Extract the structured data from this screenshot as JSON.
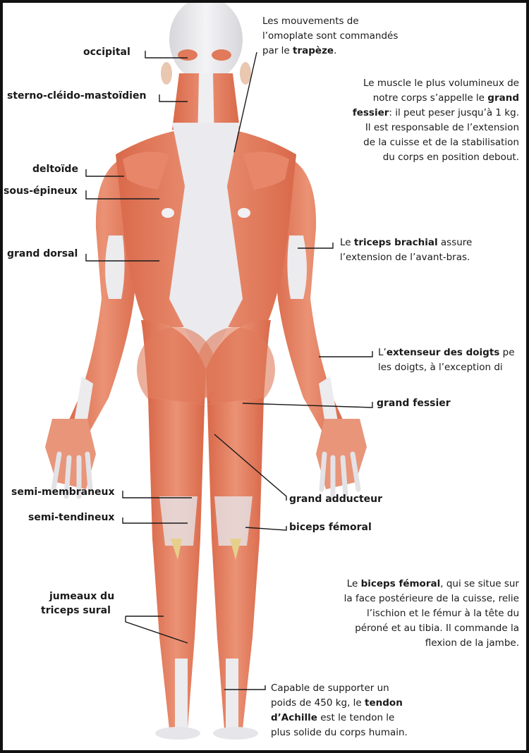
{
  "labels": {
    "occipital": "occipital",
    "sterno": "sterno-cléido-mastoïdien",
    "deltoide": "deltoïde",
    "sous_epineux": "sous-épineux",
    "grand_dorsal": "grand dorsal",
    "semi_membraneux": "semi-membraneux",
    "semi_tendineux": "semi-tendineux",
    "jumeaux_line1": "jumeaux du",
    "jumeaux_line2": "triceps sural",
    "grand_fessier": "grand fessier",
    "grand_adducteur": "grand adducteur",
    "biceps_femoral": "biceps fémoral"
  },
  "notes": {
    "trapeze": {
      "l1": "Les mouvements de",
      "l2": "l’omoplate sont commandés",
      "l3_pre": "par le ",
      "l3_bold": "trapèze",
      "l3_post": "."
    },
    "fessier": {
      "l1": "Le muscle le plus volumineux de",
      "l2_pre": "notre corps s’appelle le ",
      "l2_bold": "grand",
      "l3_bold": "fessier",
      "l3_post": ": il peut peser jusqu’à 1 kg.",
      "l4": "Il est responsable de l’extension",
      "l5": "de la cuisse et de la stabilisation",
      "l6": "du corps en position debout."
    },
    "triceps": {
      "l1_pre": "Le ",
      "l1_bold": "triceps brachial",
      "l1_post": " assure",
      "l2": "l’extension de l’avant-bras."
    },
    "extenseur": {
      "l1_pre": "L’",
      "l1_bold": "extenseur des doigts",
      "l1_post": " pe",
      "l2": "les doigts, à l’exception di"
    },
    "biceps": {
      "l1_pre": "Le ",
      "l1_bold": "biceps fémoral",
      "l1_post": ", qui se situe sur",
      "l2": "la face postérieure de la cuisse, relie",
      "l3": "l’ischion et le fémur à la tête du",
      "l4": "péroné et au tibia. Il commande la",
      "l5": "flexion de la jambe."
    },
    "achille": {
      "l1": "Capable de supporter un",
      "l2_pre": "poids de 450 kg, le ",
      "l2_bold": "tendon",
      "l3_bold": "d’Achille",
      "l3_post": " est le tendon le",
      "l4": "plus solide du corps humain."
    }
  },
  "colors": {
    "muscle": "#e07a5a",
    "muscle_dark": "#c65a3c",
    "tendon": "#e6e4e6",
    "ink": "#1a1a1a"
  }
}
